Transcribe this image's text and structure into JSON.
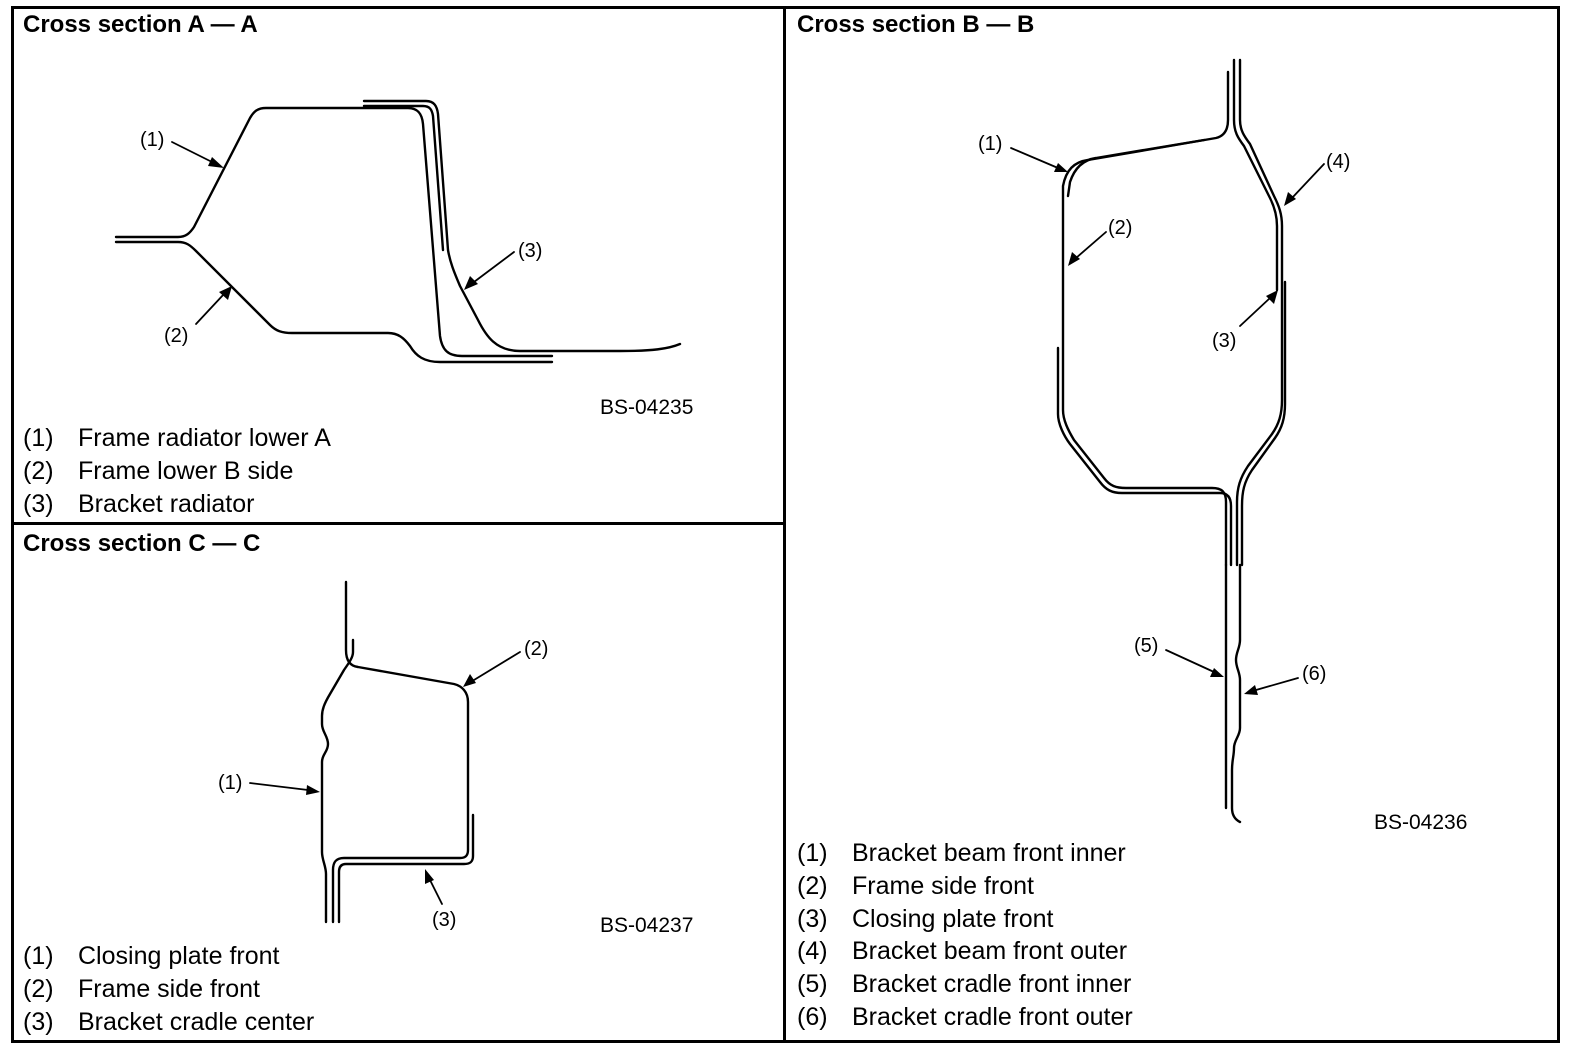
{
  "panels": {
    "a": {
      "title": "Cross section A — A",
      "code": "BS-04235",
      "callouts": [
        "(1)",
        "(2)",
        "(3)"
      ],
      "legend": [
        {
          "num": "(1)",
          "label": "Frame radiator lower A"
        },
        {
          "num": "(2)",
          "label": "Frame lower B side"
        },
        {
          "num": "(3)",
          "label": "Bracket radiator"
        }
      ]
    },
    "b": {
      "title": "Cross section B — B",
      "code": "BS-04236",
      "callouts": [
        "(1)",
        "(2)",
        "(3)",
        "(4)",
        "(5)",
        "(6)"
      ],
      "legend": [
        {
          "num": "(1)",
          "label": "Bracket beam front inner"
        },
        {
          "num": "(2)",
          "label": "Frame side front"
        },
        {
          "num": "(3)",
          "label": "Closing plate front"
        },
        {
          "num": "(4)",
          "label": "Bracket beam front outer"
        },
        {
          "num": "(5)",
          "label": "Bracket cradle front inner"
        },
        {
          "num": "(6)",
          "label": "Bracket cradle front outer"
        }
      ]
    },
    "c": {
      "title": "Cross section C — C",
      "code": "BS-04237",
      "callouts": [
        "(1)",
        "(2)",
        "(3)"
      ],
      "legend": [
        {
          "num": "(1)",
          "label": "Closing plate front"
        },
        {
          "num": "(2)",
          "label": "Frame side front"
        },
        {
          "num": "(3)",
          "label": "Bracket cradle center"
        }
      ]
    }
  }
}
